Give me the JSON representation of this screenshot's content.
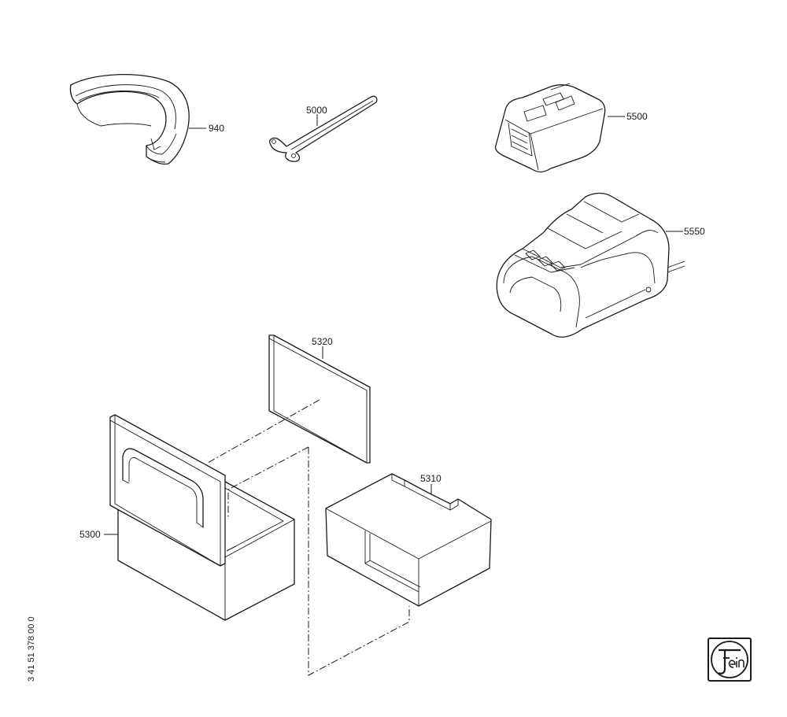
{
  "parts": [
    {
      "id": "guard",
      "label": "940",
      "icon": "wheel-guard-icon"
    },
    {
      "id": "wrench",
      "label": "5000",
      "icon": "pin-wrench-icon"
    },
    {
      "id": "battery",
      "label": "5500",
      "icon": "battery-pack-icon"
    },
    {
      "id": "charger",
      "label": "5550",
      "icon": "battery-charger-icon"
    },
    {
      "id": "lid-insert",
      "label": "5320",
      "icon": "foam-pad-icon"
    },
    {
      "id": "case-insert",
      "label": "5310",
      "icon": "foam-insert-icon"
    },
    {
      "id": "case",
      "label": "5300",
      "icon": "carry-case-icon"
    }
  ],
  "document_number": "3 41 51 378 00 0",
  "logo": {
    "brand_text": "fein",
    "icon": "fein-logo-icon"
  },
  "colors": {
    "line": "#1a1a1a",
    "background": "#ffffff"
  }
}
